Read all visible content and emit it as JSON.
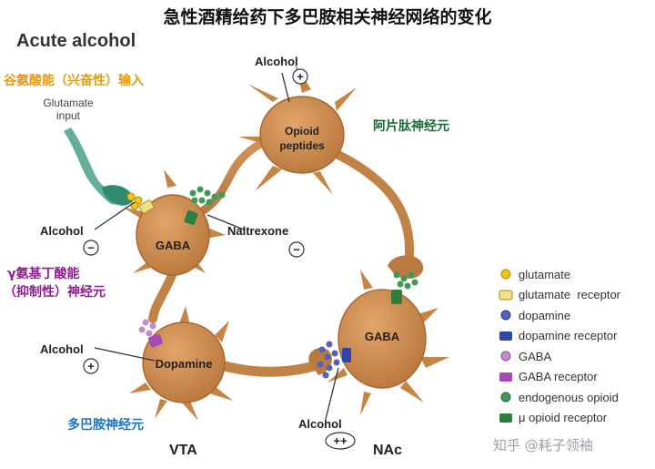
{
  "title": "急性酒精给药下多巴胺相关神经网络的变化",
  "subtitle": "Acute alcohol",
  "annotations": {
    "glutamate_input_cn": "谷氨酸能（兴奋性）输入",
    "opioid_cn": "阿片肽神经元",
    "gaba_cn_line1": "γ氨基丁酸能",
    "gaba_cn_line2": "（抑制性）神经元",
    "dopamine_cn": "多巴胺神经元"
  },
  "labels": {
    "glutamate_input_line1": "Glutamate",
    "glutamate_input_line2": "input",
    "alcohol": "Alcohol",
    "naltrexone": "Naltrexone",
    "opioid_line1": "Opioid",
    "opioid_line2": "peptides",
    "gaba": "GABA",
    "dopamine": "Dopamine",
    "vta": "VTA",
    "nac": "NAc"
  },
  "signs": {
    "plus": "+",
    "minus": "−",
    "double_plus": "++"
  },
  "legend": [
    {
      "label": "glutamate",
      "icon": "glutamate-dot",
      "color": "#f2c418"
    },
    {
      "label": "glutamate  receptor",
      "icon": "glutamate-receptor",
      "color": "#f3df8a"
    },
    {
      "label": "dopamine",
      "icon": "dopamine-dot",
      "color": "#5560b8"
    },
    {
      "label": "dopamine receptor",
      "icon": "dopamine-receptor",
      "color": "#2b45a8"
    },
    {
      "label": "GABA",
      "icon": "gaba-dot",
      "color": "#c48ad0"
    },
    {
      "label": "GABA receptor",
      "icon": "gaba-receptor",
      "color": "#a74ab6"
    },
    {
      "label": "endogenous opioid",
      "icon": "opioid-dot",
      "color": "#3f9a55"
    },
    {
      "label": "μ opioid receptor",
      "icon": "opioid-receptor",
      "color": "#2f7d3f"
    }
  ],
  "watermark": "知乎 @耗子领袖",
  "colors": {
    "neuron_fill": "#c98a50",
    "neuron_edge": "#a9682f",
    "glutamate_input": "#4aa089"
  }
}
